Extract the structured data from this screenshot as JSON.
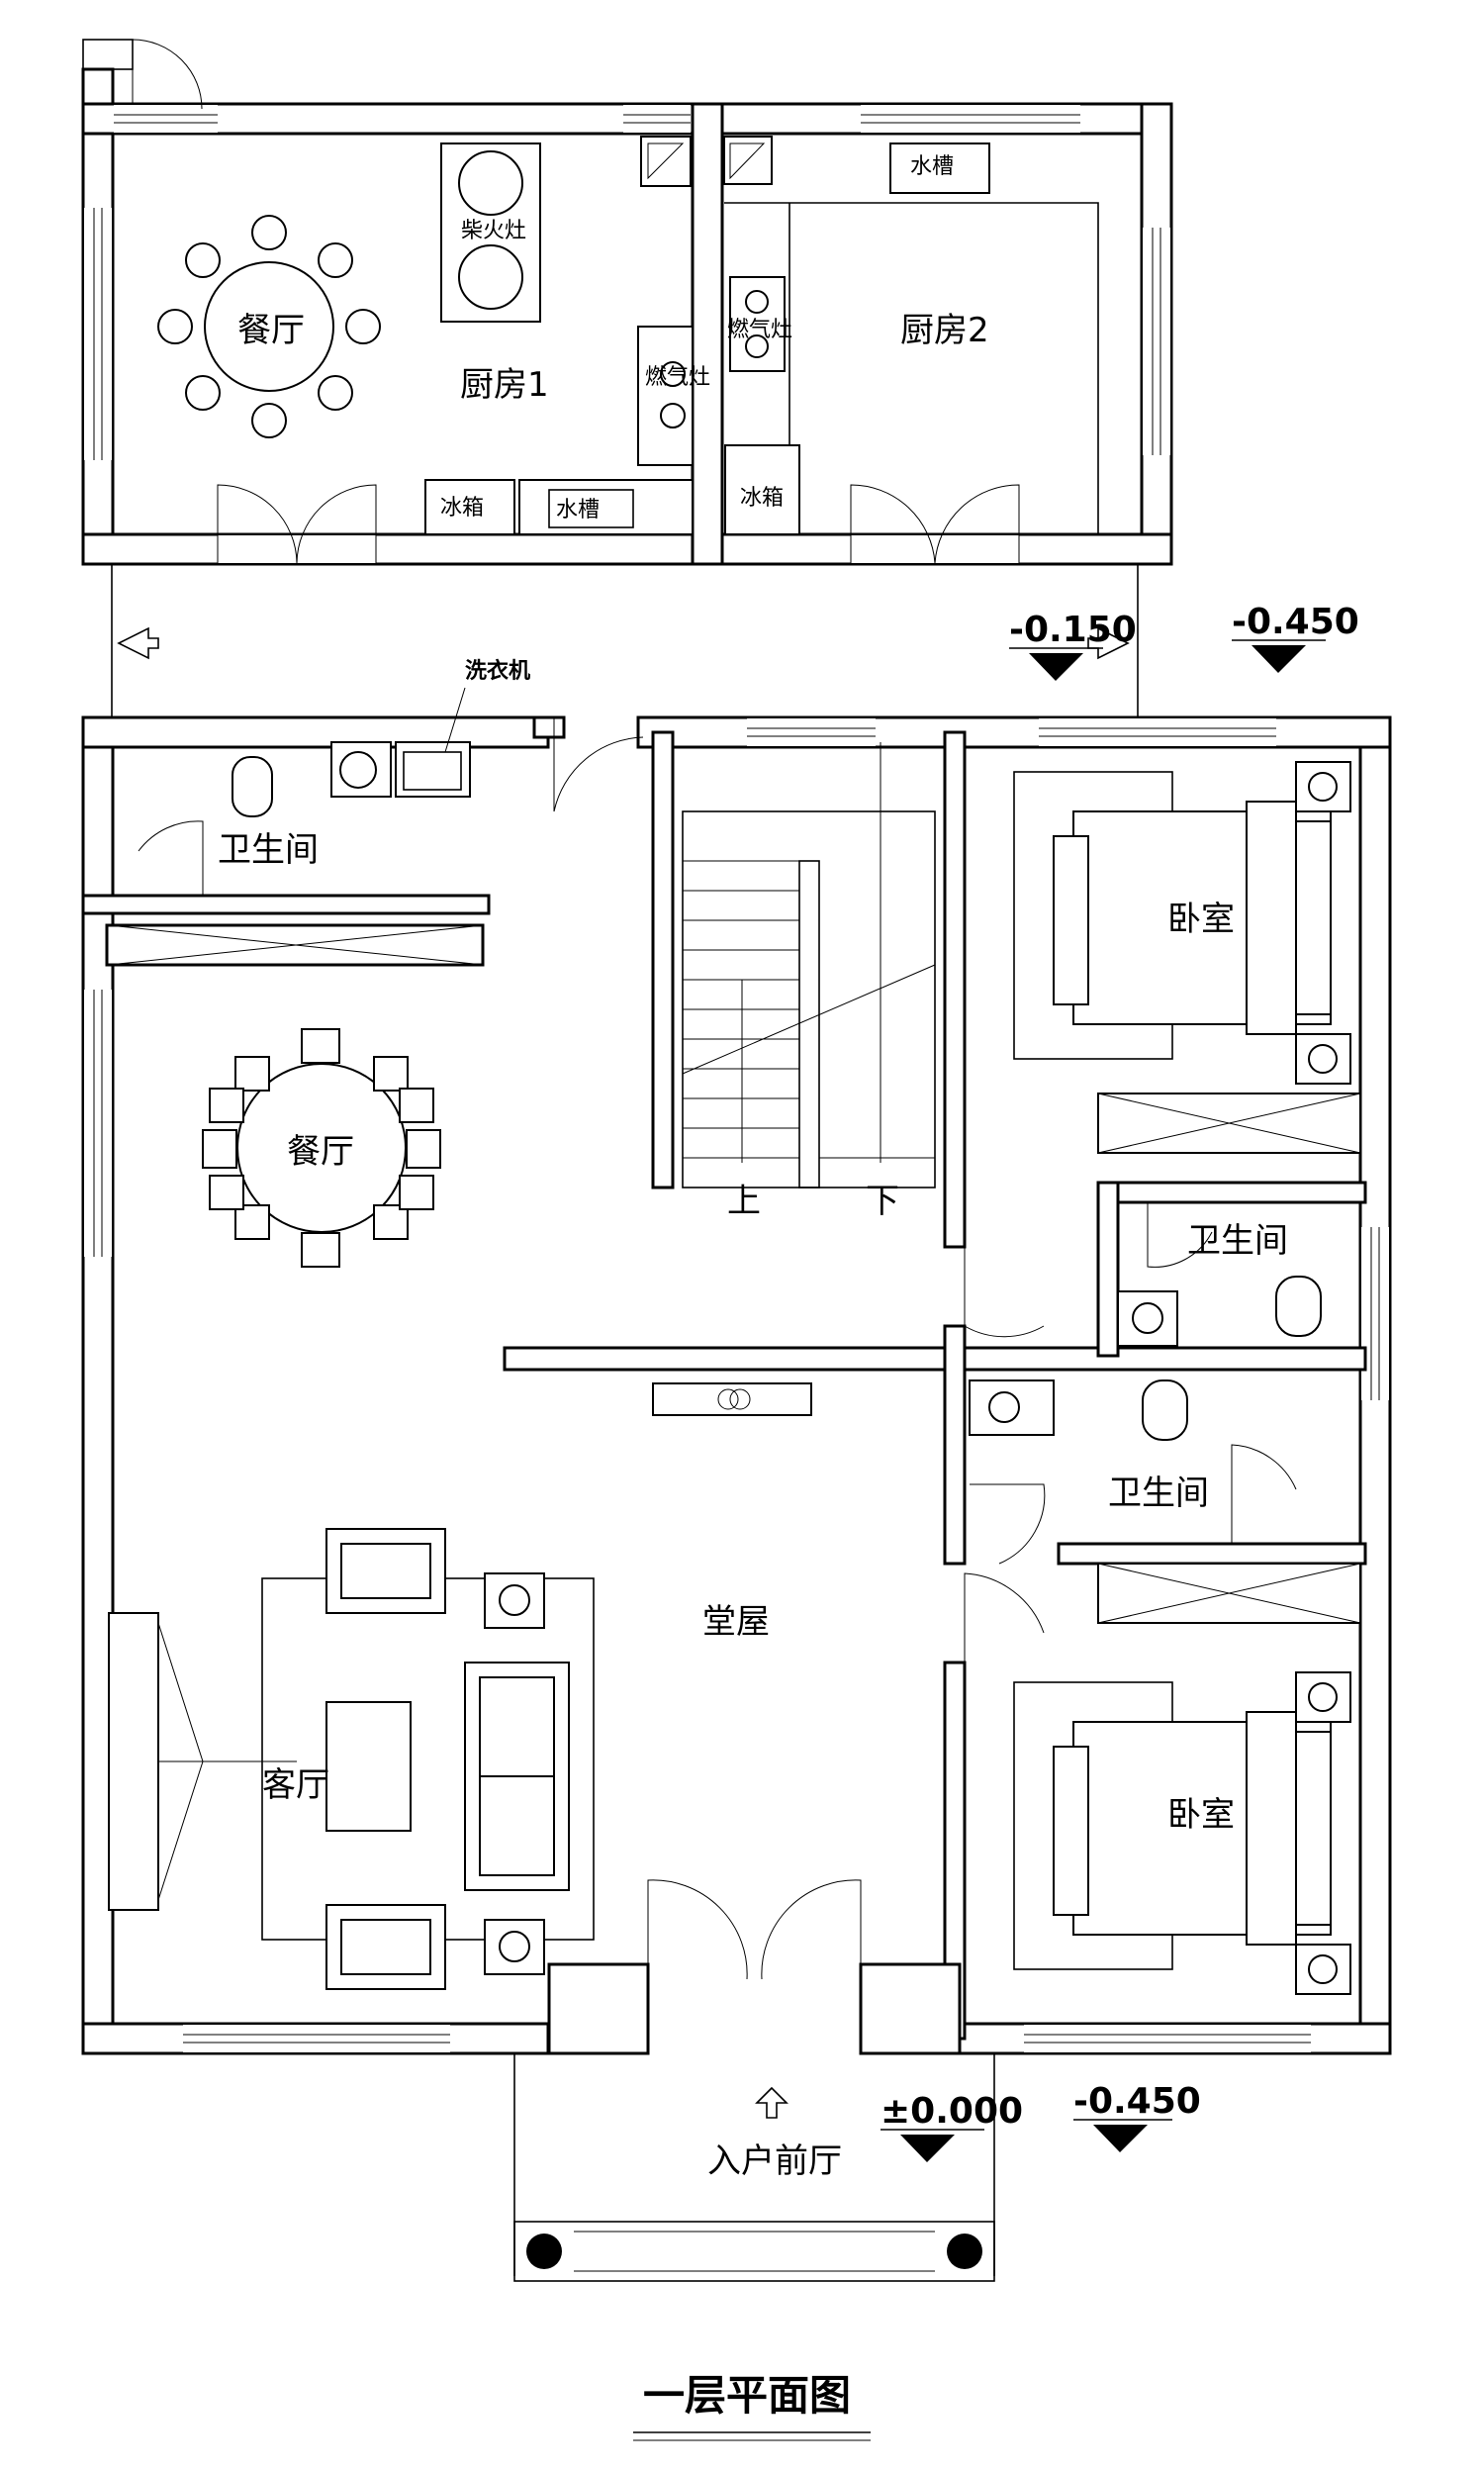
{
  "title": "一层平面图",
  "rooms": {
    "dining_top": "餐厅",
    "kitchen1": "厨房1",
    "kitchen2": "厨房2",
    "bathroom_left": "卫生间",
    "dining_main": "餐厅",
    "bedroom_top": "卧室",
    "bathroom_right_top": "卫生间",
    "bathroom_right_mid": "卫生间",
    "hall": "堂屋",
    "living": "客厅",
    "bedroom_bottom": "卧室",
    "entrance": "入户前厅"
  },
  "fixtures": {
    "wood_stove": "柴火灶",
    "fridge_k1": "冰箱",
    "sink_k1": "水槽",
    "gas_stove_k1": "燃气灶",
    "sink_k2": "水槽",
    "gas_stove_k2": "燃气灶",
    "fridge_k2": "冰箱",
    "washer": "洗衣机"
  },
  "stairs": {
    "up": "上",
    "down": "下"
  },
  "levels": {
    "corridor": "-0.150",
    "outside_right_top": "-0.450",
    "entrance": "±0.000",
    "outside_right_bottom": "-0.450"
  }
}
